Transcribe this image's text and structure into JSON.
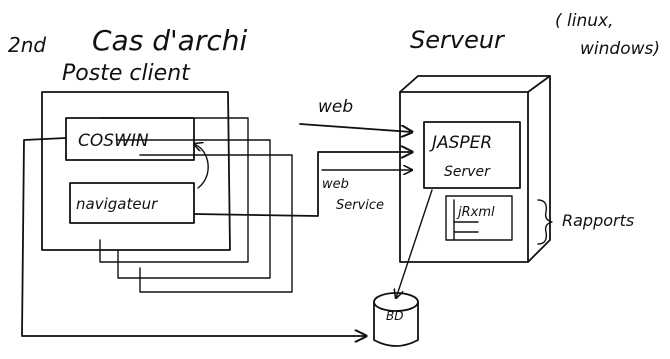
{
  "heading": {
    "prefix": "2nd",
    "title": "Cas d'archi"
  },
  "server": {
    "title": "Serveur",
    "os_line1": "( linux,",
    "os_line2": "windows)",
    "jasper_line1": "JASPER",
    "jasper_line2": "Server",
    "jrxml": "jRxml",
    "brace_label": "Rapports"
  },
  "client": {
    "title": "Poste client",
    "coswin": "COSWIN",
    "navigateur": "navigateur"
  },
  "links": {
    "web": "web",
    "ws_line1": "web",
    "ws_line2": "Service"
  },
  "database": {
    "label": "BD"
  }
}
